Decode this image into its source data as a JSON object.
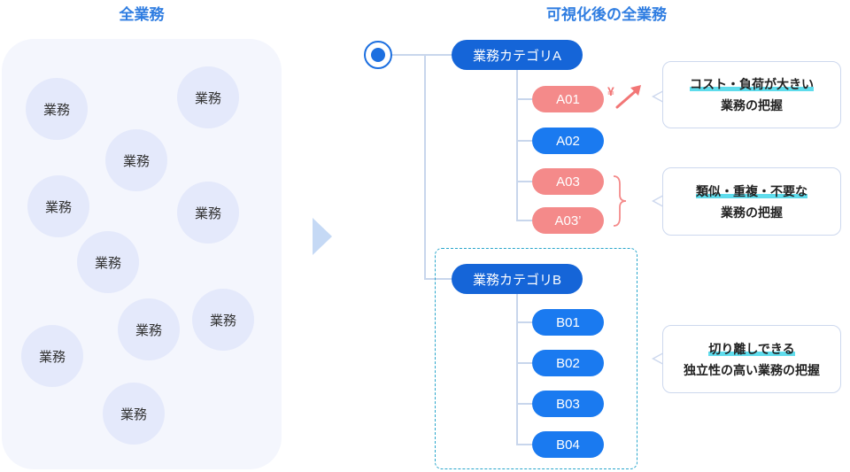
{
  "left_title": "全業務",
  "right_title": "可視化後の全業務",
  "task_label": "業務",
  "categories": {
    "a": {
      "label": "業務カテゴリA",
      "items": [
        "A01",
        "A02",
        "A03",
        "A03’"
      ]
    },
    "b": {
      "label": "業務カテゴリB",
      "items": [
        "B01",
        "B02",
        "B03",
        "B04"
      ]
    }
  },
  "cost_symbol": "¥",
  "notes": {
    "cost": {
      "line1": "コスト・負荷が大きい",
      "line2": "業務の把握"
    },
    "duplicate": {
      "line1": "類似・重複・不要な",
      "line2": "業務の把握"
    },
    "separable": {
      "line1": "切り離しできる",
      "line2": "独立性の高い業務の把握"
    }
  },
  "colors": {
    "title": "#2f7de1",
    "category": "#1565d8",
    "item_normal": "#1a7af0",
    "item_highlight": "#f48a8a",
    "bubble": "#e4e9fb",
    "dashed_border": "#2aa6cc"
  }
}
